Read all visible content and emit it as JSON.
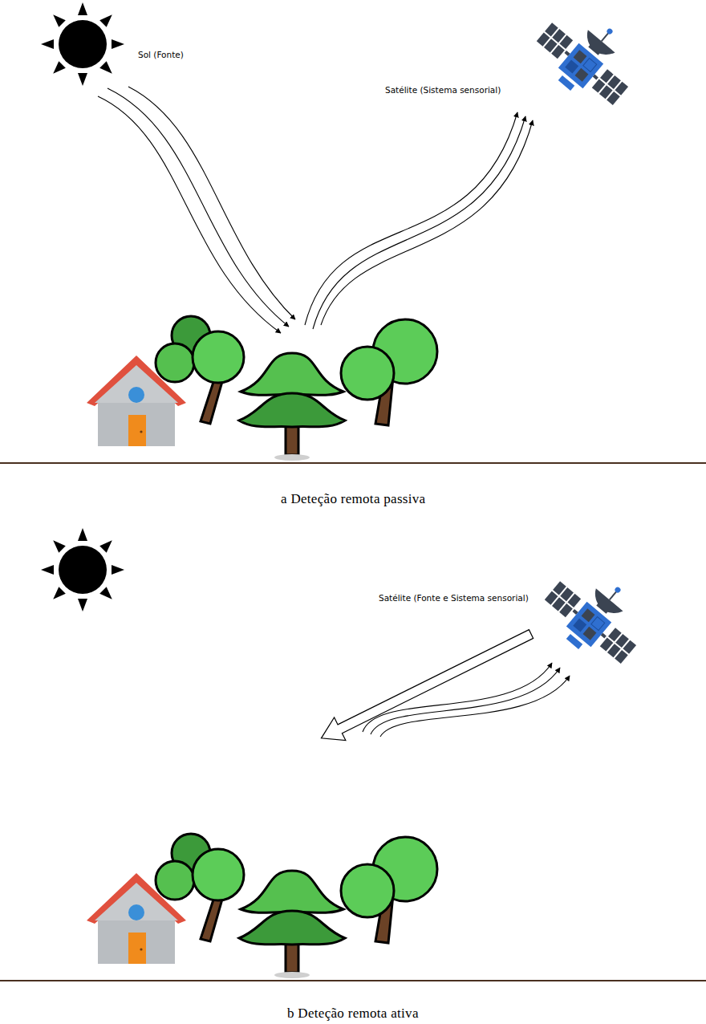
{
  "diagram": {
    "labels": [
      "Sol (Fonte)",
      "Satélite (Sistema sensorial)",
      "a Deteção remota passiva",
      "Satélite (Fonte e Sistema sensorial)",
      "b Deteção remota ativa"
    ]
  }
}
